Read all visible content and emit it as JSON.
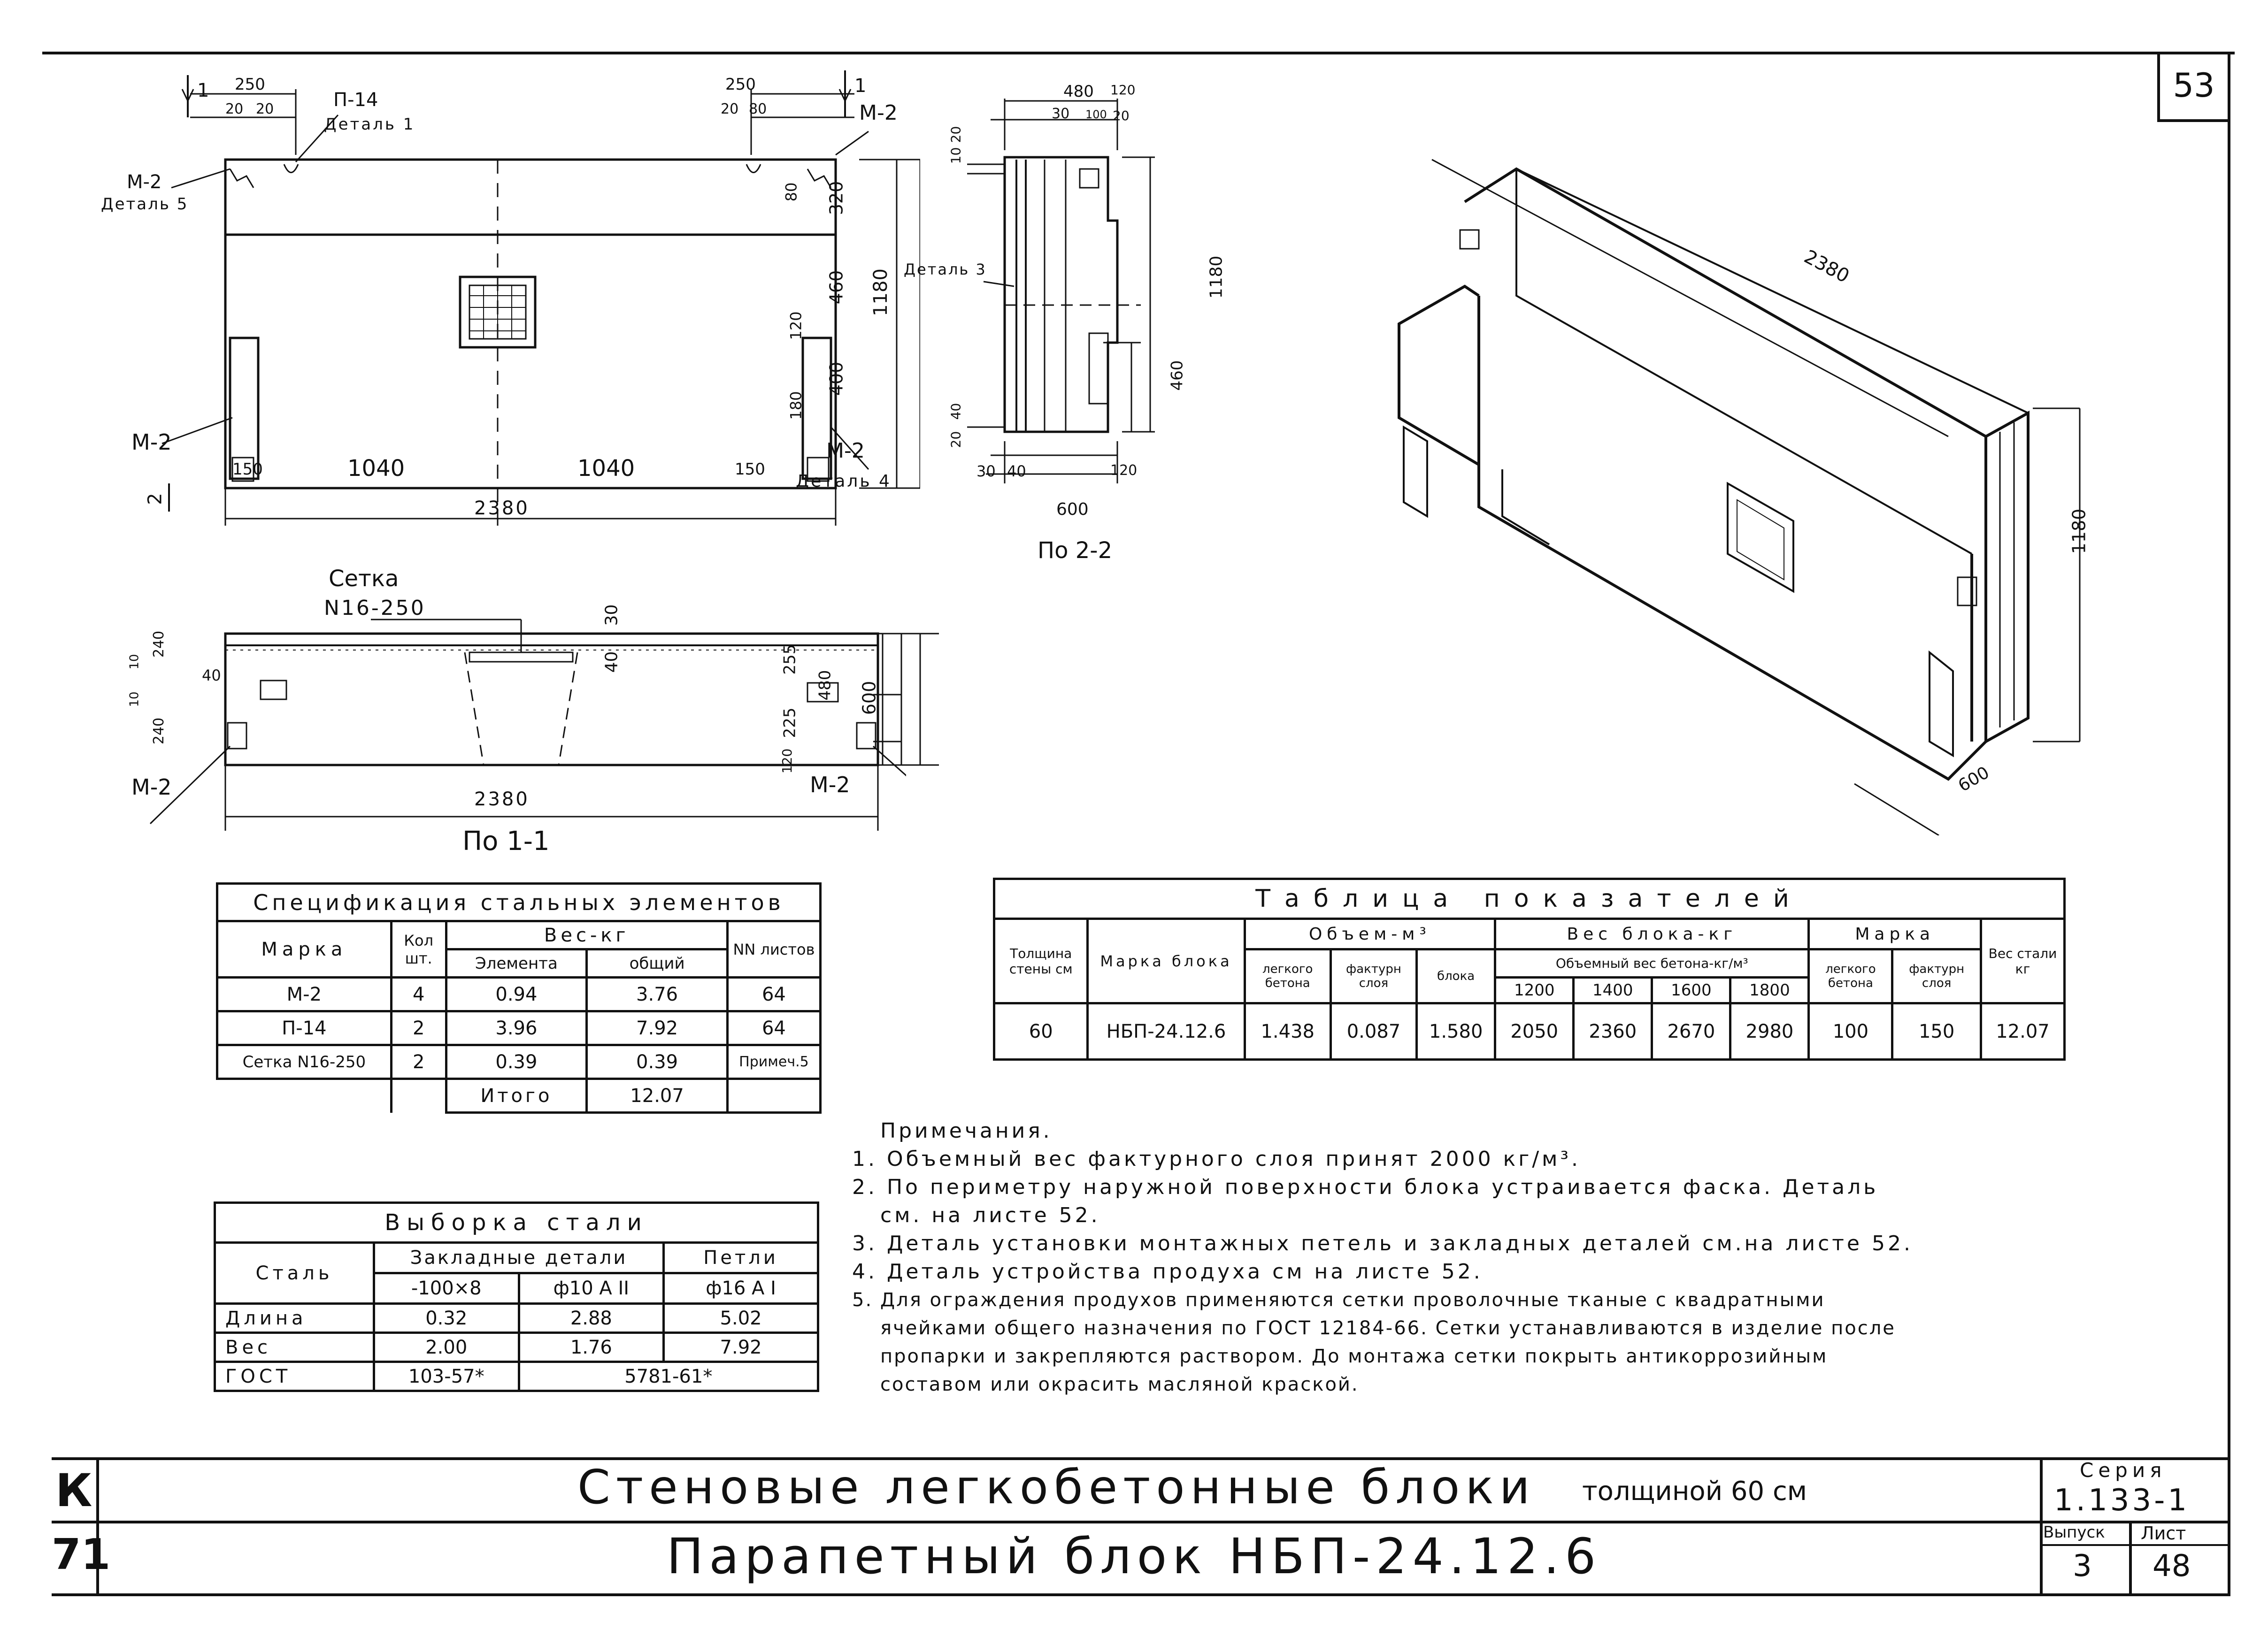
{
  "sheet": {
    "page_no": "53",
    "left_marks": [
      "К",
      "71"
    ],
    "title_main": "Стеновые легкобетонные блоки",
    "title_sub": "толщиной 60 см",
    "title_block": "Парапетный блок НБП-24.12.6",
    "series_label": "Серия",
    "series_value": "1.133-1",
    "issue_label": "Выпуск",
    "issue_value": "3",
    "sheet_label": "Лист",
    "sheet_value": "48"
  },
  "front_view": {
    "section_marks": [
      "1",
      "1"
    ],
    "dims_top_left": [
      "250",
      "20",
      "20"
    ],
    "dims_top_right": [
      "250",
      "20",
      "80"
    ],
    "callouts": [
      "П-14",
      "Деталь 1",
      "М-2",
      "Деталь 5",
      "М-2",
      "М-2",
      "М-2",
      "Деталь 4"
    ],
    "dims_bottom": [
      "150",
      "1040",
      "1040",
      "150"
    ],
    "overall_width": "2380",
    "dims_right": [
      "80",
      "320",
      "460",
      "120",
      "400",
      "180"
    ],
    "overall_height": "1180",
    "section_mark_bottom": "2"
  },
  "section_22": {
    "dims_top": [
      "480",
      "120",
      "30",
      "100",
      "20"
    ],
    "dims_left": [
      "10",
      "20",
      "20",
      "40"
    ],
    "callout": "Деталь 3",
    "dims_right": [
      "1180",
      "460"
    ],
    "dims_bottom": [
      "30",
      "40",
      "120"
    ],
    "overall_width": "600",
    "caption": "По 2-2"
  },
  "plan_view": {
    "callout_title": "Сетка",
    "callout_code": "N16-250",
    "dims_left": [
      "40",
      "10",
      "10",
      "240",
      "240"
    ],
    "dim_center": [
      "30",
      "40"
    ],
    "dims_right": [
      "255",
      "225",
      "120",
      "480",
      "600"
    ],
    "callouts": [
      "М-2",
      "М-2"
    ],
    "overall_width": "2380",
    "caption": "По 1-1"
  },
  "iso_view": {
    "dims": [
      "2380",
      "1180",
      "600"
    ]
  },
  "spec_table": {
    "title": "Спецификация стальных элементов",
    "headers": [
      "Марка",
      "Кол шт.",
      "Вес-кг",
      "Элемента",
      "общий",
      "NN листов"
    ],
    "rows": [
      [
        "М-2",
        "4",
        "0.94",
        "3.76",
        "64"
      ],
      [
        "П-14",
        "2",
        "3.96",
        "7.92",
        "64"
      ],
      [
        "Сетка N16-250",
        "2",
        "0.39",
        "0.39",
        "Примеч.5"
      ]
    ],
    "total_label": "Итого",
    "total_value": "12.07"
  },
  "steel_table": {
    "title": "Выборка стали",
    "headers": [
      "Сталь",
      "Закладные детали",
      "Петли",
      "-100×8",
      "ф10 А II",
      "ф16 А I"
    ],
    "rows": [
      [
        "Длина",
        "0.32",
        "2.88",
        "5.02"
      ],
      [
        "Вес",
        "2.00",
        "1.76",
        "7.92"
      ]
    ],
    "gost_label": "ГОСТ",
    "gost_1": "103-57*",
    "gost_2": "5781-61*"
  },
  "indicators_table": {
    "title": "Таблица показателей",
    "headers": {
      "thickness": "Толщина стены см",
      "mark": "Марка блока",
      "volume": "Объем-м³",
      "vol_light": "легкого бетона",
      "vol_fact": "фактурн слоя",
      "vol_block": "блока",
      "weight": "Вес блока-кг",
      "weight_sub": "Объемный вес бетона-кг/м³",
      "w1": "1200",
      "w2": "1400",
      "w3": "1600",
      "w4": "1800",
      "marka": "Марка",
      "m_light": "легкого бетона",
      "m_fact": "фактурн слоя",
      "steel": "Вес стали кг"
    },
    "row": [
      "60",
      "НБП-24.12.6",
      "1.438",
      "0.087",
      "1.580",
      "2050",
      "2360",
      "2670",
      "2980",
      "100",
      "150",
      "12.07"
    ]
  },
  "notes": {
    "title": "Примечания.",
    "items": [
      "1. Объемный вес фактурного слоя принят 2000 кг/м³.",
      "2. По периметру наружной поверхности блока устраивается фаска. Деталь",
      "см. на листе 52.",
      "3. Деталь установки монтажных петель и закладных деталей см.на листе 52.",
      "4. Деталь устройства продуха см на листе 52.",
      "5. Для ограждения продухов применяются сетки проволочные тканые с квадратными",
      "ячейками общего назначения по ГОСТ 12184-66. Сетки устанавливаются в изделие после",
      "пропарки и закрепляются раствором. До монтажа сетки покрыть антикоррозийным",
      "составом или окрасить масляной краской."
    ]
  }
}
